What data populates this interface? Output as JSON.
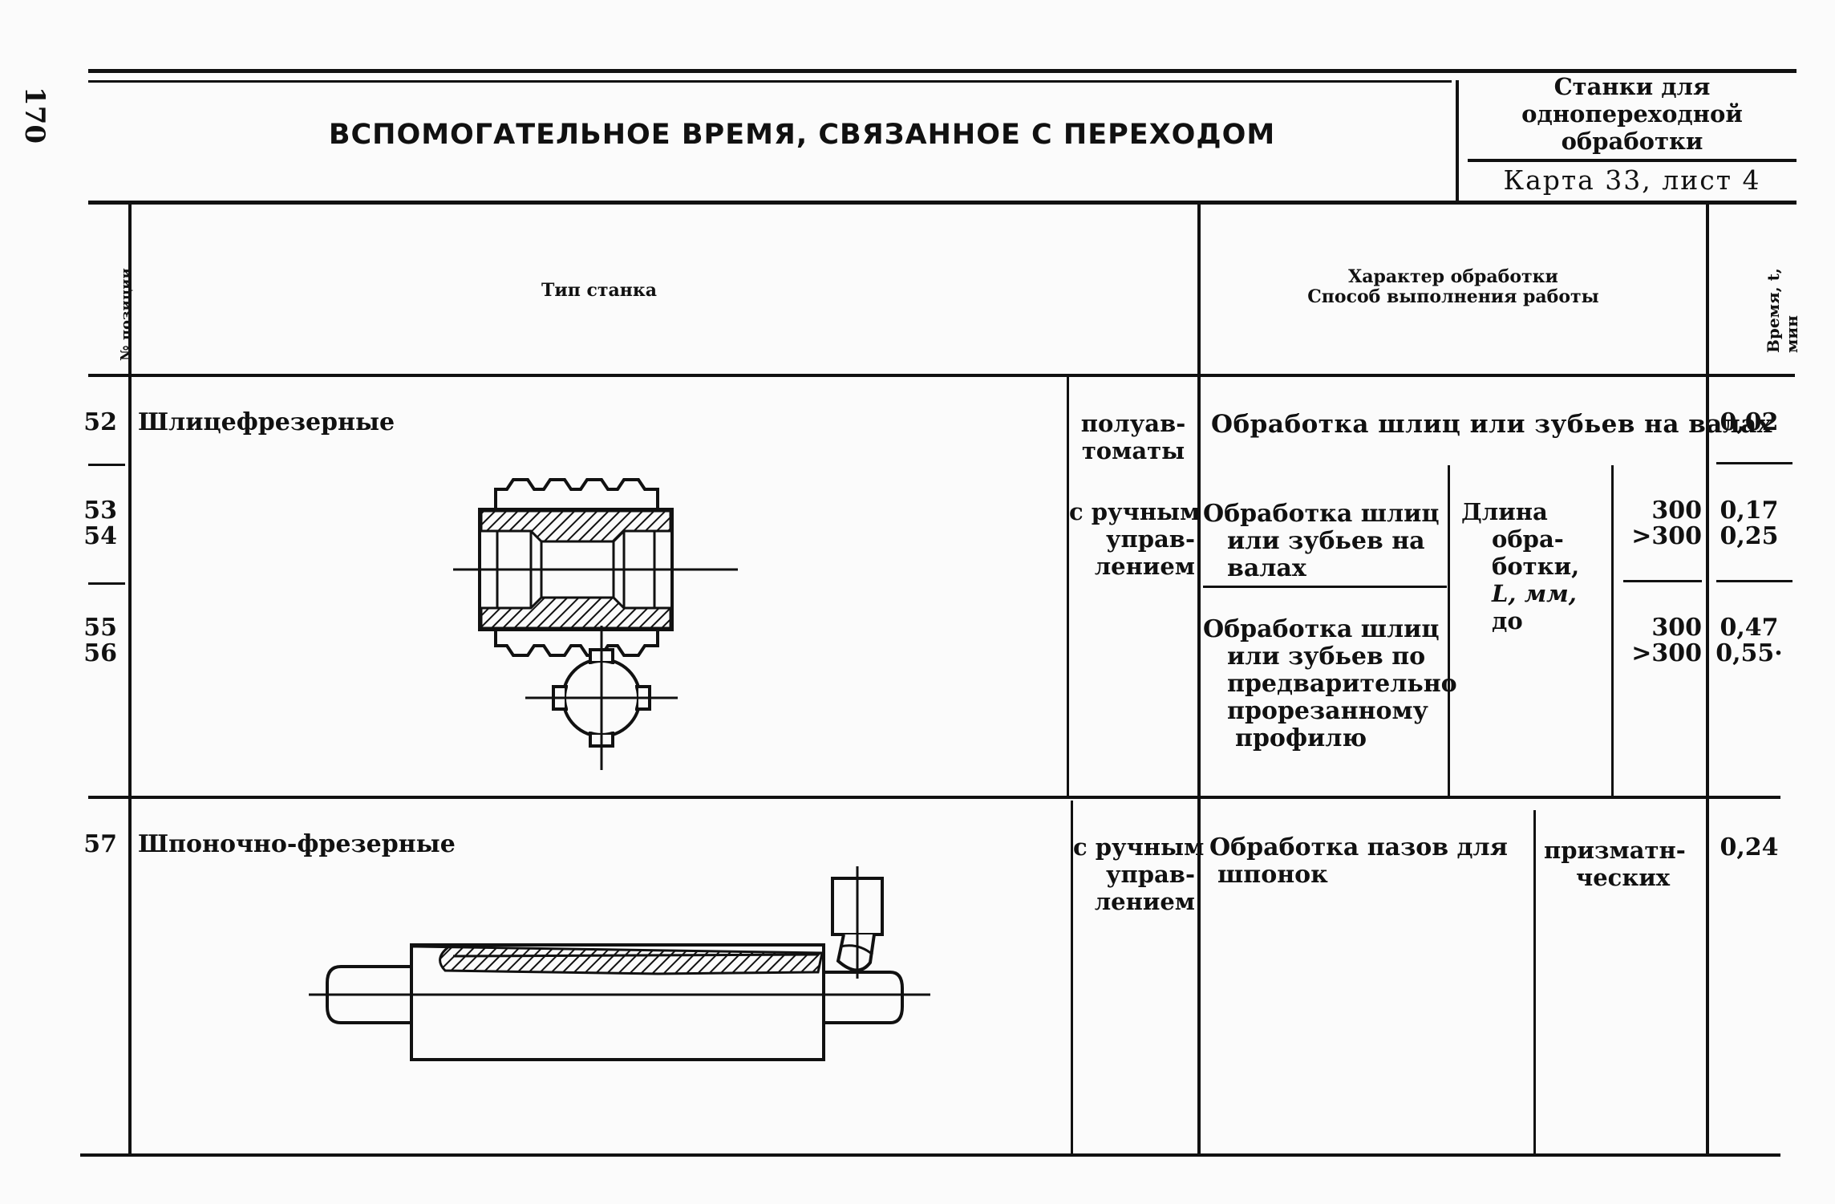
{
  "page_number": "170",
  "header": {
    "title": "ВСПОМОГАТЕЛЬНОЕ ВРЕМЯ, СВЯЗАННОЕ С ПЕРЕХОДОМ",
    "category_line1": "Станки для",
    "category_line2": "однопереходной",
    "category_line3": "обработки",
    "card": "Карта 33, лист 4"
  },
  "columns": {
    "position": "№ позиции",
    "machine_type": "Тип станка",
    "processing_line1": "Характер обработки",
    "processing_line2": "Способ выполнения работы",
    "time": "Время, t, мин"
  },
  "rows": {
    "r52": {
      "pos": "52",
      "machine": "Шлицефрезерные",
      "control_line1": "полуав-",
      "control_line2": "томаты",
      "processing": "Обработка шлиц или зубьев на валах",
      "time": "0,02"
    },
    "r53_54": {
      "pos_a": "53",
      "pos_b": "54",
      "control_line1": "с ручным",
      "control_line2": "управ-",
      "control_line3": "лением",
      "processing_line1": "Обработка шлиц",
      "processing_line2": "или зубьев на",
      "processing_line3": "валах",
      "length_line1": "Длина",
      "length_line2": "обра-",
      "length_line3": "ботки,",
      "length_line4": "L, мм,",
      "length_line5": "до",
      "len_a": "300",
      "len_b": ">300",
      "time_a": "0,17",
      "time_b": "0,25"
    },
    "r55_56": {
      "pos_a": "55",
      "pos_b": "56",
      "processing_line1": "Обработка шлиц",
      "processing_line2": "или зубьев по",
      "processing_line3": "предварительно",
      "processing_line4": "прорезанному",
      "processing_line5": "профилю",
      "len_a": "300",
      "len_b": ">300",
      "time_a": "0,47",
      "time_b": "0,55·"
    },
    "r57": {
      "pos": "57",
      "machine": "Шпоночно-фрезерные",
      "control_line1": "с ручным",
      "control_line2": "управ-",
      "control_line3": "лением",
      "processing_line1": "Обработка пазов для",
      "processing_line2": "шпонок",
      "keyway_line1": "призматн-",
      "keyway_line2": "ческих",
      "time": "0,24"
    }
  }
}
